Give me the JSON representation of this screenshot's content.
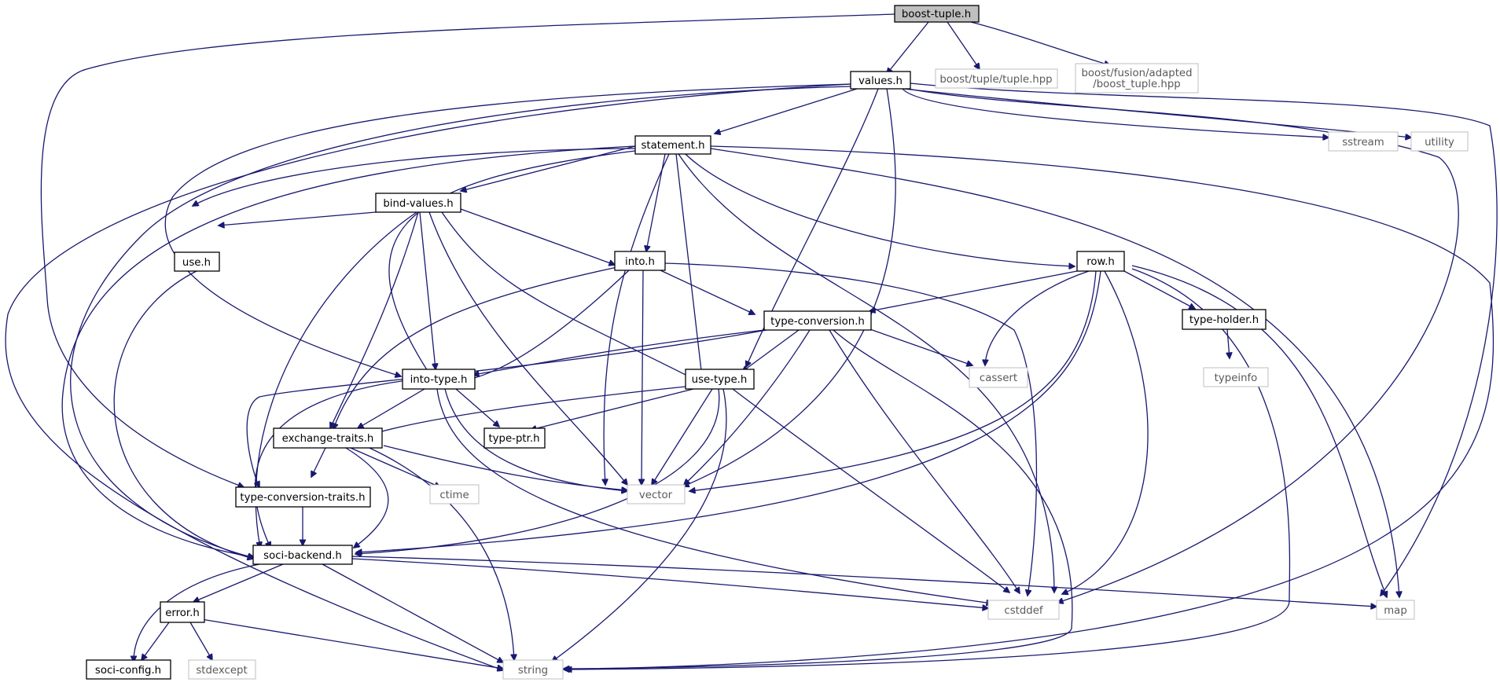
{
  "colors": {
    "edge": "#191970",
    "root_fill": "#bfbfbf",
    "node_border": "#000000",
    "external_border": "#bfbfbf"
  },
  "nodes": {
    "boost_tuple_h": "boost-tuple.h",
    "values_h": "values.h",
    "boost_tuple_hpp": "boost/tuple/tuple.hpp",
    "boost_fusion_line1": "boost/fusion/adapted",
    "boost_fusion_line2": "/boost_tuple.hpp",
    "statement_h": "statement.h",
    "sstream": "sstream",
    "utility": "utility",
    "bind_values_h": "bind-values.h",
    "use_h": "use.h",
    "into_h": "into.h",
    "row_h": "row.h",
    "type_conversion_h": "type-conversion.h",
    "type_holder_h": "type-holder.h",
    "typeinfo": "typeinfo",
    "into_type_h": "into-type.h",
    "use_type_h": "use-type.h",
    "cassert": "cassert",
    "exchange_traits_h": "exchange-traits.h",
    "type_ptr_h": "type-ptr.h",
    "vector": "vector",
    "ctime": "ctime",
    "type_conversion_traits_h": "type-conversion-traits.h",
    "soci_backend_h": "soci-backend.h",
    "error_h": "error.h",
    "cstddef": "cstddef",
    "map": "map",
    "soci_config_h": "soci-config.h",
    "stdexcept": "stdexcept",
    "string": "string"
  }
}
